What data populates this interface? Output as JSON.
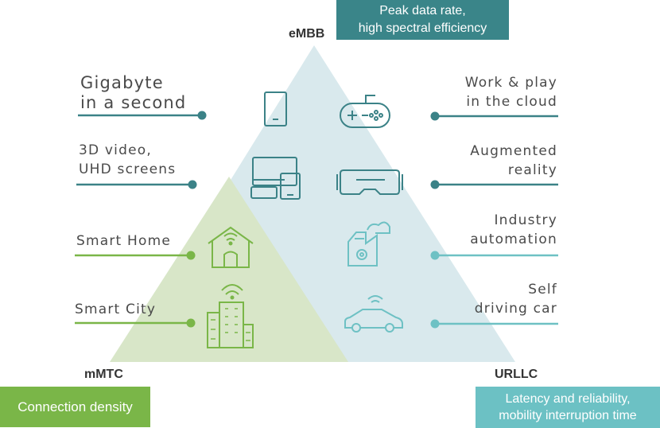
{
  "corners": {
    "top": "eMBB",
    "left": "mMTC",
    "right": "URLLC"
  },
  "boxes": {
    "top": {
      "line1": "Peak data rate,",
      "line2": "high spectral efficiency"
    },
    "left": {
      "line1": "Connection density"
    },
    "right": {
      "line1": "Latency and reliability,",
      "line2": "mobility interruption time"
    }
  },
  "left_labels": [
    {
      "line1": "Gigabyte",
      "line2": "in a second"
    },
    {
      "line1": "3D video,",
      "line2": "UHD screens"
    },
    {
      "line1": "Smart Home"
    },
    {
      "line1": "Smart City"
    }
  ],
  "right_labels": [
    {
      "line1": "Work & play",
      "line2": "in the cloud"
    },
    {
      "line1": "Augmented",
      "line2": "reality"
    },
    {
      "line1": "Industry",
      "line2": "automation"
    },
    {
      "line1": "Self",
      "line2": "driving car"
    }
  ],
  "icons": [
    "smartphone-icon",
    "gamepad-icon",
    "devices-icon",
    "vr-headset-icon",
    "smart-home-icon",
    "factory-icon",
    "smart-city-icon",
    "connected-car-icon"
  ],
  "colors": {
    "embb": "#d9e9ed",
    "mmtc": "#d8e6c8",
    "green": "#7ab648",
    "teal": "#3b8287",
    "light_teal": "#6ec1c4",
    "top_box": "#3a8589",
    "right_box": "#6cc1c4"
  }
}
